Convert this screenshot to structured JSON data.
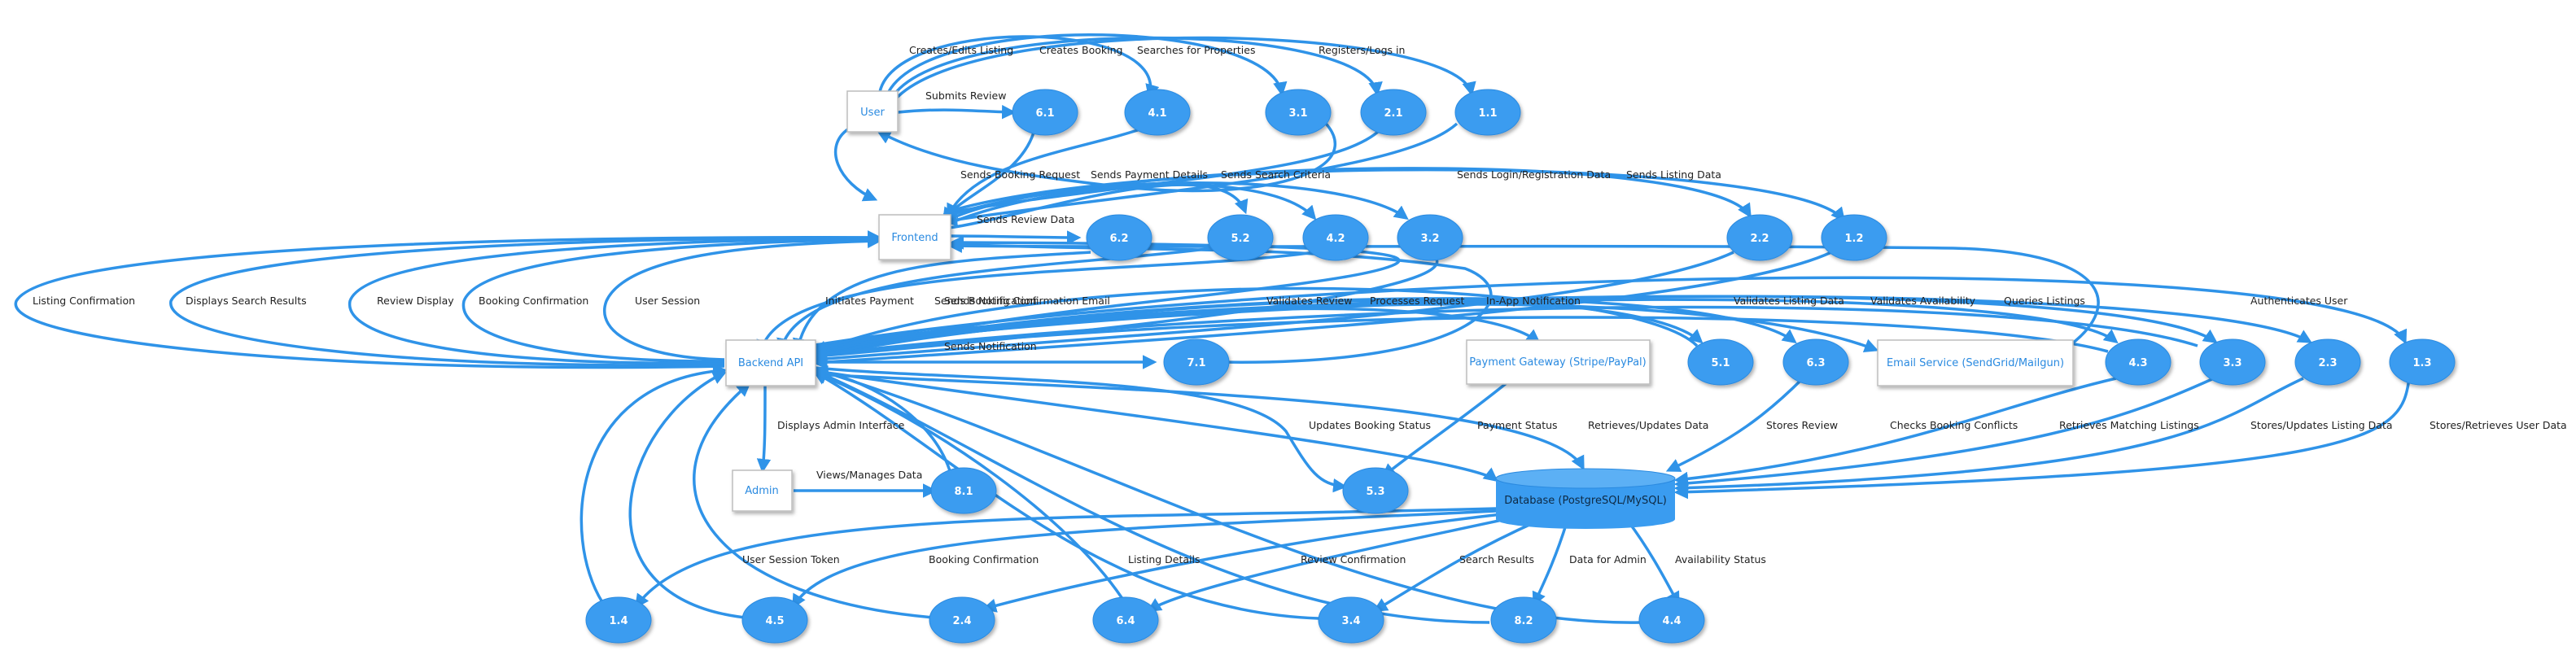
{
  "entities": {
    "user": "User",
    "frontend": "Frontend",
    "backend": "Backend API",
    "admin": "Admin",
    "payment": "Payment Gateway (Stripe/PayPal)",
    "email": "Email Service (SendGrid/Mailgun)",
    "database": "Database (PostgreSQL/MySQL)"
  },
  "processes": [
    "6.1",
    "4.1",
    "3.1",
    "2.1",
    "1.1",
    "6.2",
    "5.2",
    "4.2",
    "3.2",
    "2.2",
    "1.2",
    "7.1",
    "5.1",
    "6.3",
    "4.3",
    "3.3",
    "2.3",
    "1.3",
    "8.1",
    "5.3",
    "1.4",
    "4.5",
    "2.4",
    "6.4",
    "3.4",
    "8.2",
    "4.4"
  ],
  "edge_labels": {
    "creates_edits_listing": "Creates/Edits Listing",
    "creates_booking": "Creates Booking",
    "searches_for_properties": "Searches for Properties",
    "registers_logs_in": "Registers/Logs in",
    "submits_review": "Submits Review",
    "sends_booking_request": "Sends Booking Request",
    "sends_payment_details": "Sends Payment Details",
    "sends_search_criteria": "Sends Search Criteria",
    "sends_login_registration_data": "Sends Login/Registration Data",
    "sends_listing_data": "Sends Listing Data",
    "sends_review_data": "Sends Review Data",
    "listing_confirmation": "Listing Confirmation",
    "displays_search_results": "Displays Search Results",
    "review_display": "Review Display",
    "booking_confirmation_fe": "Booking Confirmation",
    "user_session": "User Session",
    "initiates_payment": "Initiates Payment",
    "sends_booking_confirmation_email": "Sends Booking Confirmation Email",
    "sends_notification_overlap": "Sends Notification",
    "validates_review": "Validates Review",
    "processes_request": "Processes Request",
    "in_app_notification": "In-App Notification",
    "validates_listing_data": "Validates Listing Data",
    "validates_availability": "Validates Availability",
    "queries_listings": "Queries Listings",
    "authenticates_user": "Authenticates User",
    "sends_notification": "Sends Notification",
    "displays_admin_interface": "Displays Admin Interface",
    "views_manages_data": "Views/Manages Data",
    "updates_booking_status": "Updates Booking Status",
    "payment_status": "Payment Status",
    "retrieves_updates_data": "Retrieves/Updates Data",
    "stores_review": "Stores Review",
    "checks_booking_conflicts": "Checks Booking Conflicts",
    "retrieves_matching_listings": "Retrieves Matching Listings",
    "stores_updates_listing_data": "Stores/Updates Listing Data",
    "stores_retrieves_user_data": "Stores/Retrieves User Data",
    "user_session_token": "User Session Token",
    "booking_confirmation_db": "Booking Confirmation",
    "listing_details": "Listing Details",
    "review_confirmation": "Review Confirmation",
    "search_results": "Search Results",
    "data_for_admin": "Data for Admin",
    "availability_status": "Availability Status"
  },
  "colors": {
    "accent": "#3a9cf0",
    "edge": "#2f93e8",
    "entity_text": "#2a8ae0"
  }
}
